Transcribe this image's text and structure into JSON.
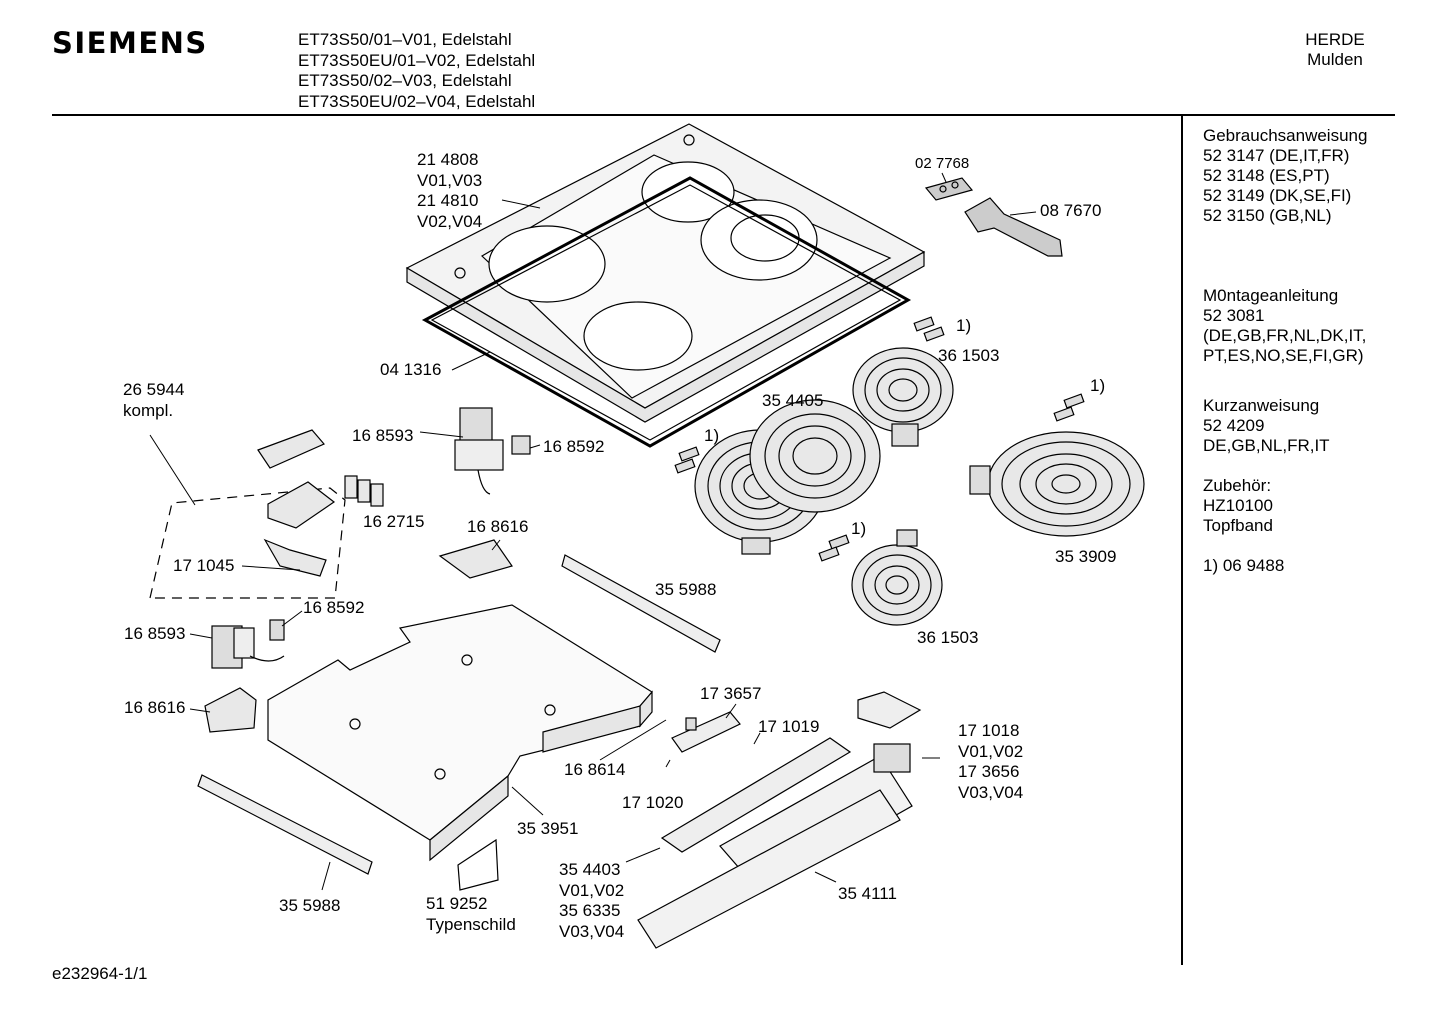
{
  "header": {
    "brand": "SIEMENS",
    "models": [
      "ET73S50/01–V01, Edelstahl",
      "ET73S50EU/01–V02, Edelstahl",
      "ET73S50/02–V03, Edelstahl",
      "ET73S50EU/02–V04, Edelstahl"
    ],
    "category": [
      "HERDE",
      "Mulden"
    ]
  },
  "sidebar": {
    "gebrauch": [
      "Gebrauchsanweisung",
      "52 3147 (DE,IT,FR)",
      "52 3148 (ES,PT)",
      "52 3149 (DK,SE,FI)",
      "52 3150 (GB,NL)"
    ],
    "montage": [
      "M0ntageanleitung",
      "52 3081",
      "(DE,GB,FR,NL,DK,IT,",
      "PT,ES,NO,SE,FI,GR)"
    ],
    "kurz": [
      "Kurzanweisung",
      "52 4209",
      "DE,GB,NL,FR,IT"
    ],
    "zubehoer": [
      "Zubehör:",
      "HZ10100",
      "Topfband"
    ],
    "note": [
      "1) 06 9488"
    ]
  },
  "footer": {
    "doc_id": "e232964-1/1"
  },
  "labels": {
    "hob_top": [
      "21 4808",
      "V01,V03",
      "21 4810",
      "V02,V04"
    ],
    "p027768": "02 7768",
    "p087670": "08 7670",
    "p041316": "04 1316",
    "p265944": [
      "26 5944",
      "kompl."
    ],
    "p168593a": "16 8593",
    "p168592a": "16 8592",
    "p162715": "16 2715",
    "p168616a": "16 8616",
    "p171045": "17 1045",
    "p168592b": "16 8592",
    "p168593b": "16 8593",
    "p168616b": "16 8616",
    "p354405": "35 4405",
    "p361503a": "36 1503",
    "p361503b": "36 1503",
    "p353909": "35 3909",
    "p355988a": "35 5988",
    "p355988b": "35 5988",
    "p353951": "35 3951",
    "p173657": "17 3657",
    "p171019": "17 1019",
    "p168614": "16 8614",
    "p171020": "17 1020",
    "p171018": [
      "17 1018",
      "V01,V02",
      "17 3656",
      "V03,V04"
    ],
    "p354403": [
      "35 4403",
      "V01,V02",
      "35 6335",
      "V03,V04"
    ],
    "p354111": "35 4111",
    "p519252": [
      "51 9252",
      "Typenschild"
    ],
    "note1": "1)"
  }
}
